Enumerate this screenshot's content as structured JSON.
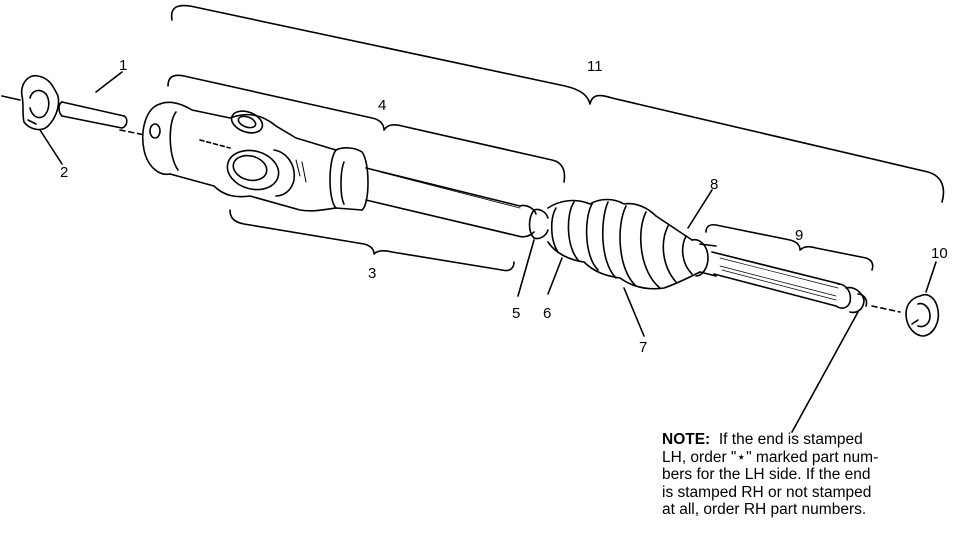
{
  "callouts": {
    "c1": "1",
    "c2": "2",
    "c3": "3",
    "c4": "4",
    "c5": "5",
    "c6": "6",
    "c7": "7",
    "c8": "8",
    "c9": "9",
    "c10": "10",
    "c11": "11"
  },
  "note": {
    "heading": "NOTE:",
    "line1": "If the end is stamped",
    "line2": "LH, order \"⋆\" marked part num-",
    "line3": "bers for the LH side.  If the end",
    "line4": "is stamped RH or not stamped",
    "line5": "at all, order RH part numbers."
  }
}
